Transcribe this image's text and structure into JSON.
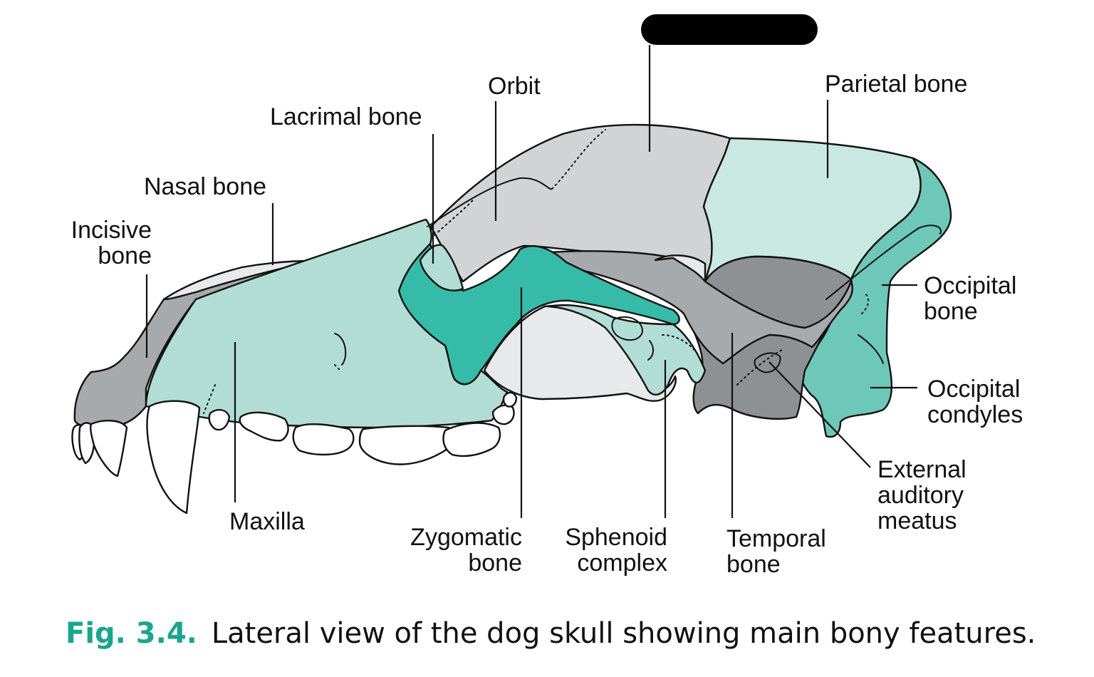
{
  "labels": {
    "incisive_1": "Incisive",
    "incisive_2": "bone",
    "nasal": "Nasal bone",
    "lacrimal": "Lacrimal bone",
    "orbit": "Orbit",
    "parietal": "Parietal bone",
    "occipital_1": "Occipital",
    "occipital_2": "bone",
    "condyles_1": "Occipital",
    "condyles_2": "condyles",
    "ear_1": "External",
    "ear_2": "auditory",
    "ear_3": "meatus",
    "maxilla": "Maxilla",
    "zygomatic_1": "Zygomatic",
    "zygomatic_2": "bone",
    "sphenoid_1": "Sphenoid",
    "sphenoid_2": "complex",
    "temporal_1": "Temporal",
    "temporal_2": "bone"
  },
  "caption": {
    "number": "Fig. 3.4.",
    "text": "Lateral view of the dog skull showing main bony features."
  },
  "colors": {
    "light_teal": "#b2ddd5",
    "pale_teal": "#c9e8e1",
    "medium_teal": "#6ec8b9",
    "dark_teal": "#36bba9",
    "light_gray": "#d1d3d5",
    "mid_gray": "#a7aaad",
    "dark_gray": "#8e9194",
    "pale_gray": "#e8e9ea",
    "caption_accent": "#1aa58e"
  }
}
